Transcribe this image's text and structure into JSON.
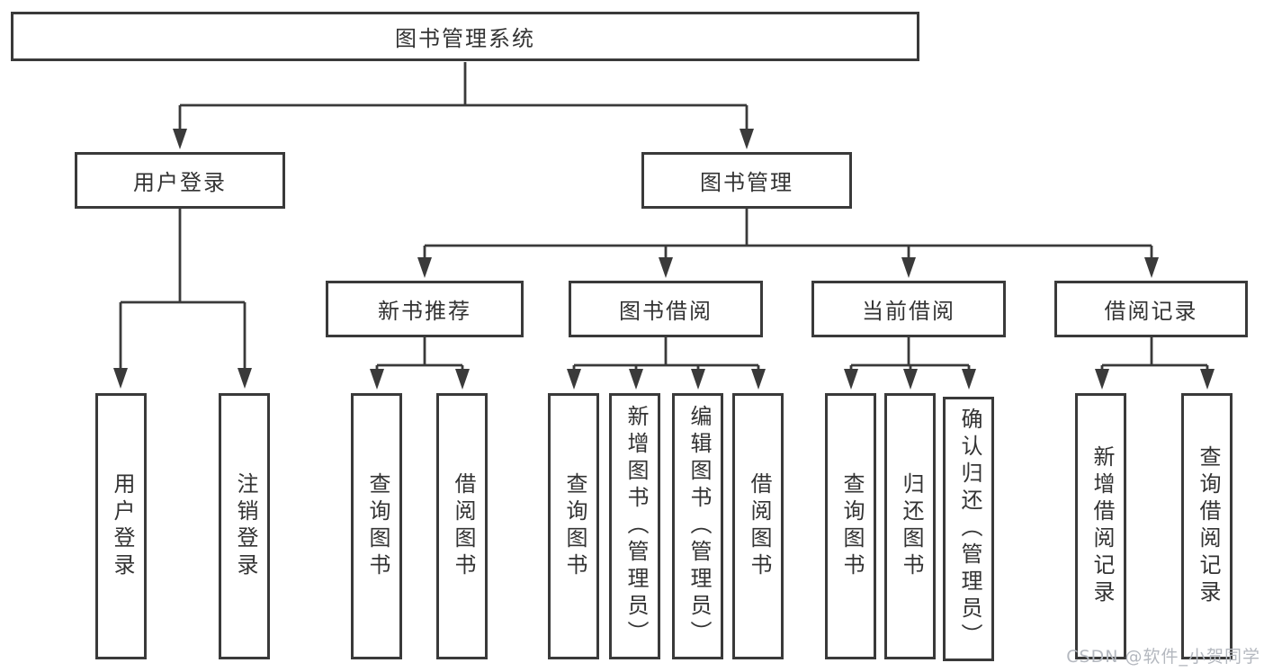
{
  "diagram_title": "图书管理系统",
  "colors": {
    "line": "#3a3a3a",
    "box_border": "#3a3a3a",
    "text": "#333333",
    "background": "#ffffff",
    "watermark": "#b4b8bf"
  },
  "nodes": {
    "root": {
      "label": "图书管理系统"
    },
    "level1": [
      {
        "label": "用户登录"
      },
      {
        "label": "图书管理"
      }
    ],
    "level2": [
      {
        "parent": "图书管理",
        "label": "新书推荐"
      },
      {
        "parent": "图书管理",
        "label": "图书借阅"
      },
      {
        "parent": "图书管理",
        "label": "当前借阅"
      },
      {
        "parent": "图书管理",
        "label": "借阅记录"
      }
    ],
    "leaves": [
      {
        "parent": "用户登录",
        "label": "用户登录"
      },
      {
        "parent": "用户登录",
        "label": "注销登录"
      },
      {
        "parent": "新书推荐",
        "label": "查询图书"
      },
      {
        "parent": "新书推荐",
        "label": "借阅图书"
      },
      {
        "parent": "图书借阅",
        "label": "查询图书"
      },
      {
        "parent": "图书借阅",
        "label": "新增图书（管理员）"
      },
      {
        "parent": "图书借阅",
        "label": "编辑图书（管理员）"
      },
      {
        "parent": "图书借阅",
        "label": "借阅图书"
      },
      {
        "parent": "当前借阅",
        "label": "查询图书"
      },
      {
        "parent": "当前借阅",
        "label": "归还图书"
      },
      {
        "parent": "当前借阅",
        "label": "确认归还（管理员）"
      },
      {
        "parent": "借阅记录",
        "label": "新增借阅记录"
      },
      {
        "parent": "借阅记录",
        "label": "查询借阅记录"
      }
    ]
  },
  "watermark": {
    "text": "CSDN @软件_小贺同学"
  }
}
